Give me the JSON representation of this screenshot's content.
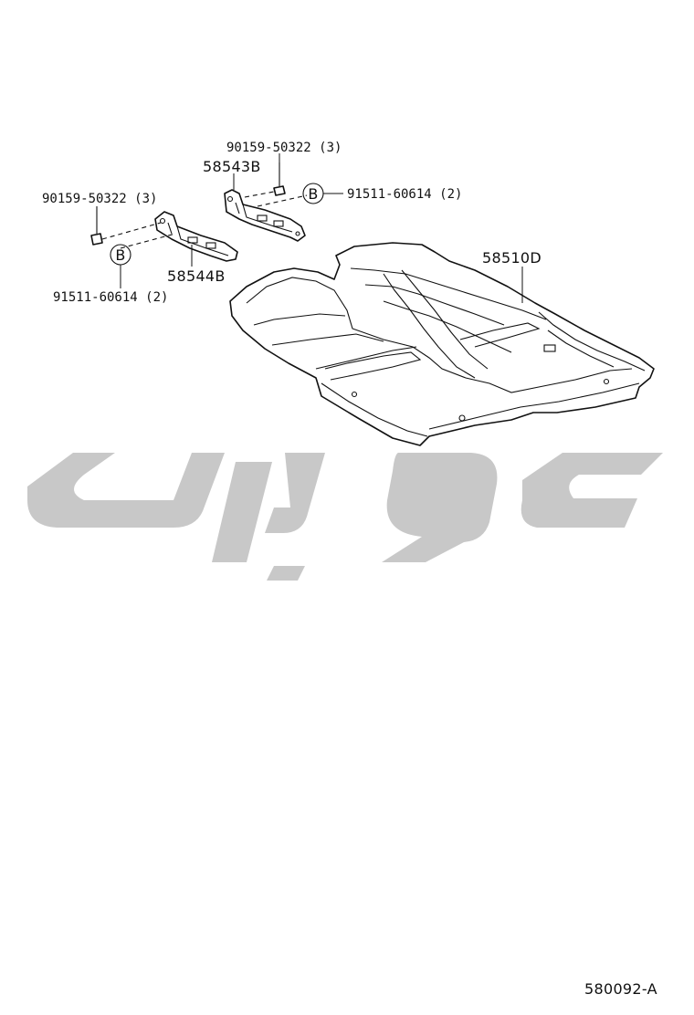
{
  "diagram": {
    "parts": {
      "bolt_upper": "90159-50322 (3)",
      "bracket_upper": "58543B",
      "clip_upper": "91511-60614 (2)",
      "bolt_left": "90159-50322 (3)",
      "clip_left": "91511-60614 (2)",
      "bracket_lower": "58544B",
      "carpet": "58510D"
    },
    "callout_letter": "B",
    "figure_code": "580092-A"
  },
  "colors": {
    "line": "#111111",
    "watermark": "#c8c8c8",
    "background": "#ffffff"
  }
}
